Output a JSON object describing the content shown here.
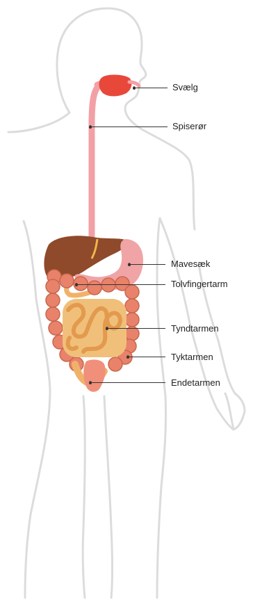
{
  "colors": {
    "outline": "#dcdcdc",
    "mouth": "#e8483a",
    "esophagus": "#f2a0a6",
    "liver": "#8e4a2a",
    "stomach": "#f0a4a6",
    "duodenum": "#f0b26a",
    "small_intestine": "#e9a155",
    "large_intestine": "#e8826a",
    "rectum": "#f0907a",
    "label_text": "#222222"
  },
  "labels": {
    "pharynx": "Svælg",
    "esophagus": "Spiserør",
    "stomach": "Mavesæk",
    "duodenum": "Tolvfingertarm",
    "small_intestine": "Tyndtarmen",
    "large_intestine": "Tyktarmen",
    "rectum": "Endetarmen"
  }
}
